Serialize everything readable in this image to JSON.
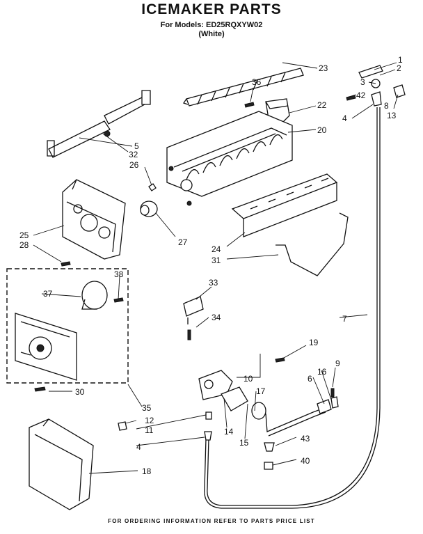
{
  "header": {
    "title": "ICEMAKER PARTS",
    "models_line": "For Models: ED25RQXYW02",
    "color_line": "(White)"
  },
  "footer": {
    "note": "FOR ORDERING INFORMATION REFER TO PARTS PRICE LIST"
  },
  "callouts": {
    "c1": "1",
    "c2": "2",
    "c3": "3",
    "c4a": "4",
    "c4b": "4",
    "c5": "5",
    "c6": "6",
    "c7": "7",
    "c8": "8",
    "c9": "9",
    "c10": "10",
    "c11": "11",
    "c12": "12",
    "c13": "13",
    "c14": "14",
    "c15": "15",
    "c16": "16",
    "c17": "17",
    "c18": "18",
    "c19": "19",
    "c20": "20",
    "c22": "22",
    "c23": "23",
    "c24": "24",
    "c25": "25",
    "c26": "26",
    "c27": "27",
    "c28": "28",
    "c30": "30",
    "c31": "31",
    "c32": "32",
    "c33": "33",
    "c34": "34",
    "c35": "35",
    "c36": "36",
    "c37": "37",
    "c38": "38",
    "c40": "40",
    "c42": "42",
    "c43": "43"
  }
}
